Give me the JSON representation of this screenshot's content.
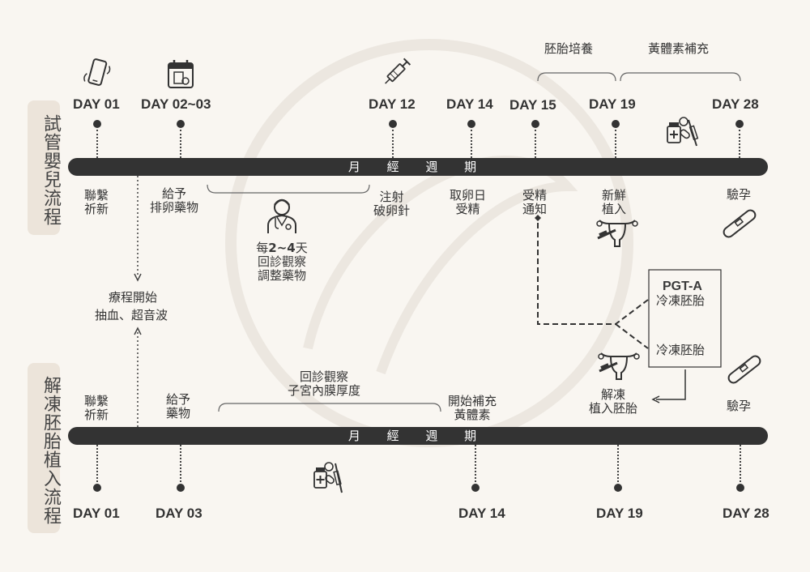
{
  "titles": {
    "ivf": "試管嬰兒流程",
    "fet": "解凍胚胎植入流程"
  },
  "bar_label": "月 經 週 期",
  "top_days": [
    "DAY 01",
    "DAY 02~03",
    "DAY 12",
    "DAY 14",
    "DAY 15",
    "DAY 19",
    "DAY 28"
  ],
  "bottom_days": [
    "DAY 01",
    "DAY 03",
    "DAY 14",
    "DAY 19",
    "DAY 28"
  ],
  "top_brackets": {
    "culture": "胚胎培養",
    "support": "黃體素補充"
  },
  "ivf_steps": {
    "contact": "聯繫\n祈新",
    "drugs": "給予\n排卵藥物",
    "trigger": "注射\n破卵針",
    "retrieval": "取卵日\n受精",
    "notify": "受精\n通知",
    "fresh": "新鮮\n植入",
    "test": "驗孕"
  },
  "followup": {
    "prefix": "每",
    "num": "2~4",
    "suffix": "天",
    "rest": "回診觀察\n調整藥物"
  },
  "start_treatment": {
    "line1": "療程開始",
    "line2": "抽血、超音波"
  },
  "pgt": {
    "title": "PGT-A",
    "frozen1": "冷凍胚胎",
    "frozen2": "冷凍胚胎"
  },
  "fet_steps": {
    "contact": "聯繫\n祈新",
    "drugs": "給予\n藥物",
    "observe": "回診觀察\n子宮內膜厚度",
    "progesterone": "開始補充\n黃體素",
    "transfer": "解凍\n植入胚胎",
    "test": "驗孕"
  },
  "icons": [
    "phone-icon",
    "calendar-icon",
    "syringe-icon",
    "medicine-icon",
    "doctor-icon",
    "uterus-icon",
    "pregnancy-test-icon"
  ]
}
